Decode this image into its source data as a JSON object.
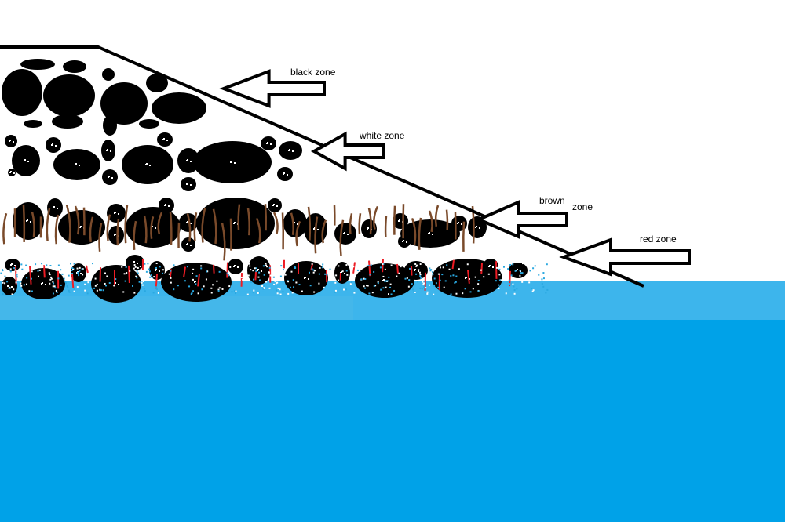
{
  "labels": {
    "black_zone": "black zone",
    "white_zone": "white zone",
    "brown_zone_1": "brown",
    "brown_zone_2": "zone",
    "red_zone": "red zone"
  },
  "colors": {
    "water": "#00a2e8",
    "water_light": "#3db5ec",
    "stone": "#000000",
    "brown": "#7a4a2a",
    "red": "#ed1c24",
    "outline": "#000000"
  }
}
